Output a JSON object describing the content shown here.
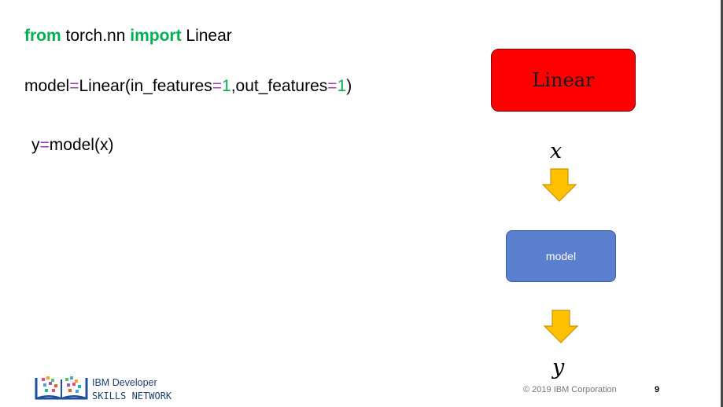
{
  "code": {
    "line1": {
      "kw_from": "from",
      "module": " torch.nn ",
      "kw_import": "import",
      "name": " Linear"
    },
    "line2": {
      "lhs": "model",
      "eq1": "=",
      "call": "Linear(in_features",
      "eq2": "=",
      "n1": "1",
      "mid": ",out_features",
      "eq3": "=",
      "n2": "1",
      "close": ")"
    },
    "line3": {
      "lhs": "y",
      "eq": "=",
      "rhs": "model(x)"
    }
  },
  "diagram": {
    "linear_label": "Linear",
    "input_var": "x",
    "model_label": "model",
    "output_var": "y"
  },
  "footer": {
    "brand_line1": "IBM Developer",
    "brand_line2": "SKILLS NETWORK",
    "copyright": "© 2019 IBM Corporation",
    "page_number": "9"
  },
  "colors": {
    "keyword": "#00b050",
    "operator": "#9e3bb5",
    "linear_box": "#ff0000",
    "model_box": "#5b7fcf",
    "arrow": "#ffc000"
  }
}
